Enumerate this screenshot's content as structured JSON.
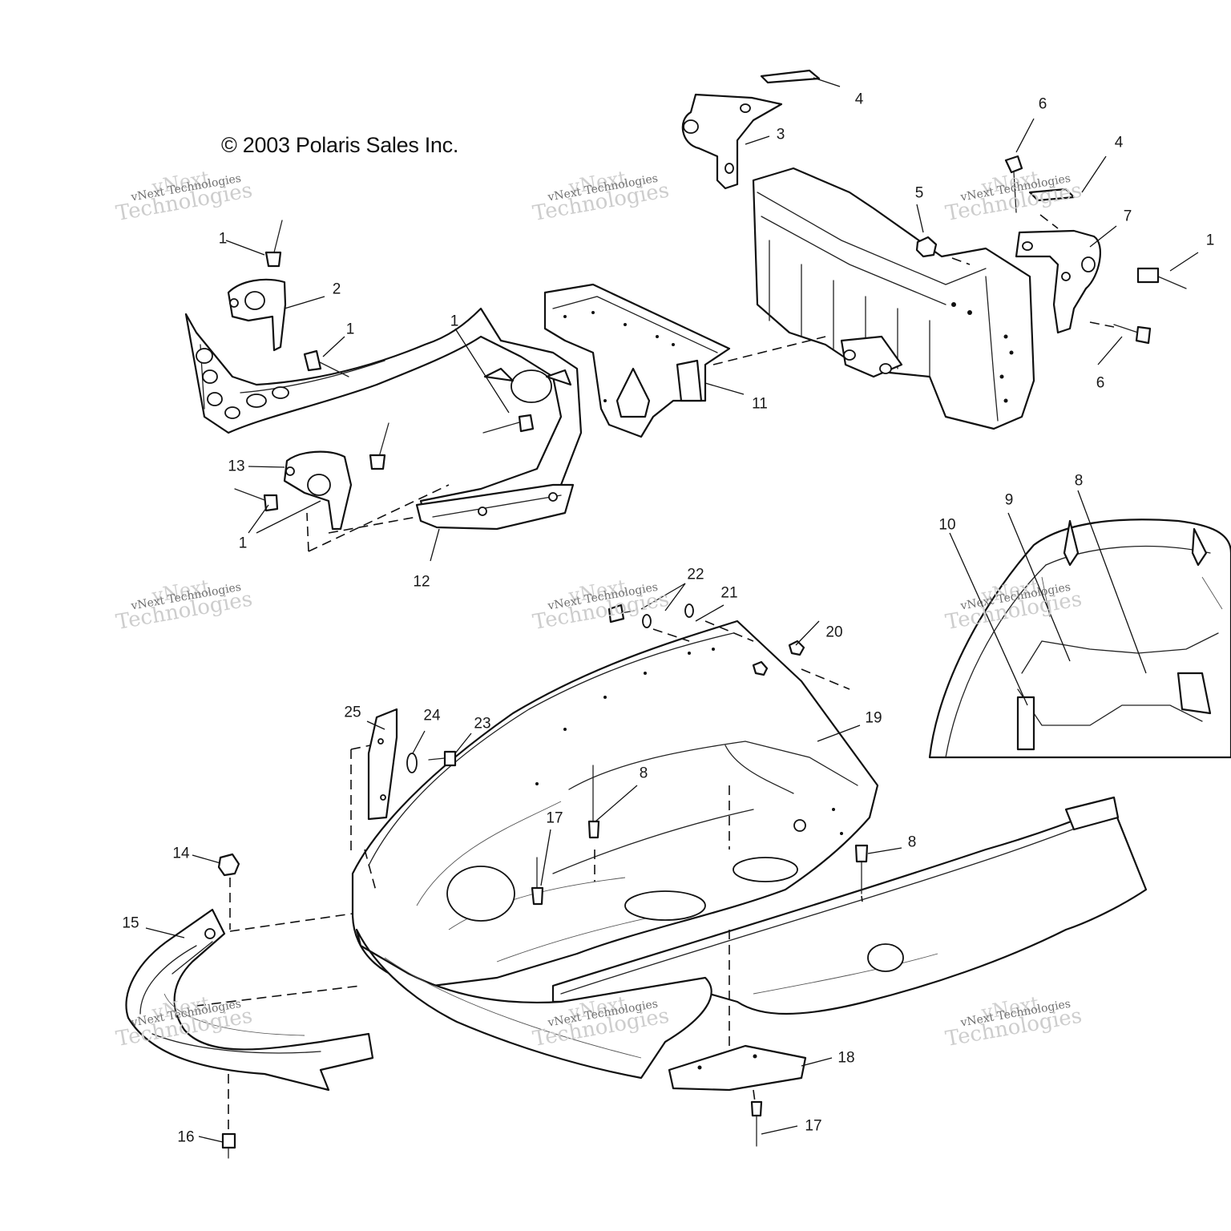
{
  "copyright": "© 2003 Polaris Sales Inc.",
  "watermark": {
    "line1": "vNext",
    "line2": "vNext Technologies",
    "line3": "Technologies"
  },
  "callouts": [
    "1",
    "2",
    "3",
    "4",
    "5",
    "6",
    "7",
    "8",
    "9",
    "10",
    "11",
    "12",
    "13",
    "14",
    "15",
    "16",
    "17",
    "18",
    "19",
    "20",
    "21",
    "22",
    "23",
    "24",
    "25"
  ]
}
